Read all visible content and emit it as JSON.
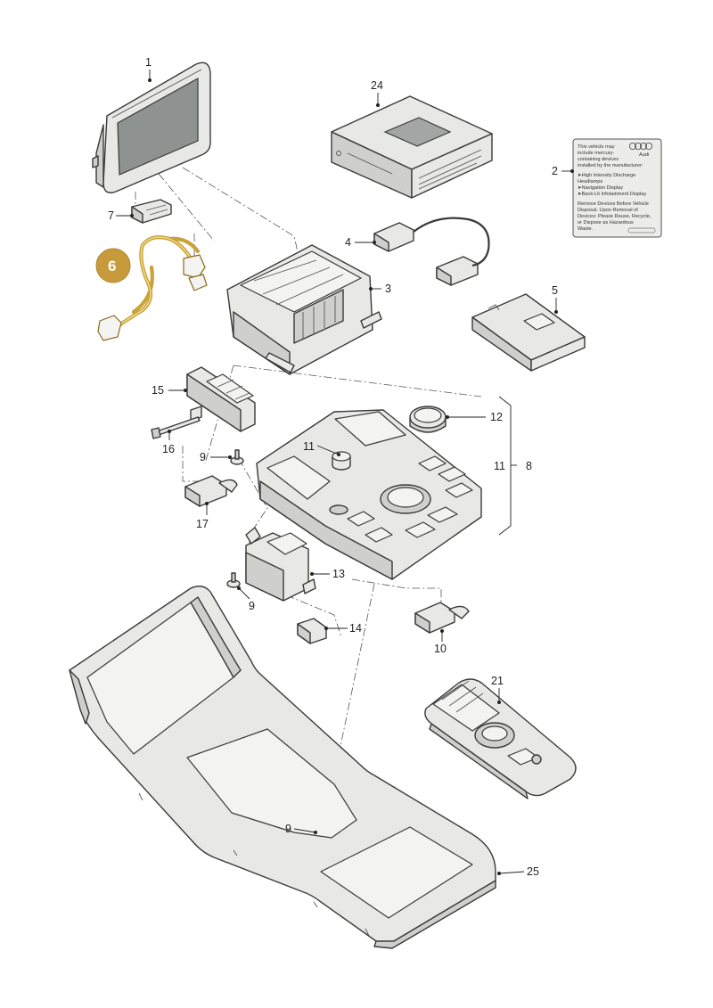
{
  "callouts": {
    "c1": "1",
    "c2": "2",
    "c3": "3",
    "c4": "4",
    "c5": "5",
    "c6": "6",
    "c7": "7",
    "c8": "8",
    "c9a": "9",
    "c9b": "9",
    "c9c": "9",
    "c10": "10",
    "c11a": "11",
    "c11b": "11",
    "c12": "12",
    "c13": "13",
    "c14": "14",
    "c15": "15",
    "c16": "16",
    "c17": "17",
    "c21": "21",
    "c24": "24",
    "c25": "25"
  },
  "highlight": {
    "color": "#c79a3c",
    "cable_color": "#c9a23a"
  },
  "warning_label": {
    "brand": "Audi",
    "lines": [
      "This vehicle may",
      "include mercury-",
      "containing devices",
      "installed by the manufacturer:",
      "➤High Intensity Discharge",
      "  Headlamps",
      "➤Navigation Display",
      "➤Back-Lit Infotainment Display",
      "Remove Devices Before Vehicle",
      "Disposal. Upon Removal of",
      "Devices: Please Reuse, Recycle,",
      "or Dispose as Hazardous",
      "Waste."
    ]
  }
}
